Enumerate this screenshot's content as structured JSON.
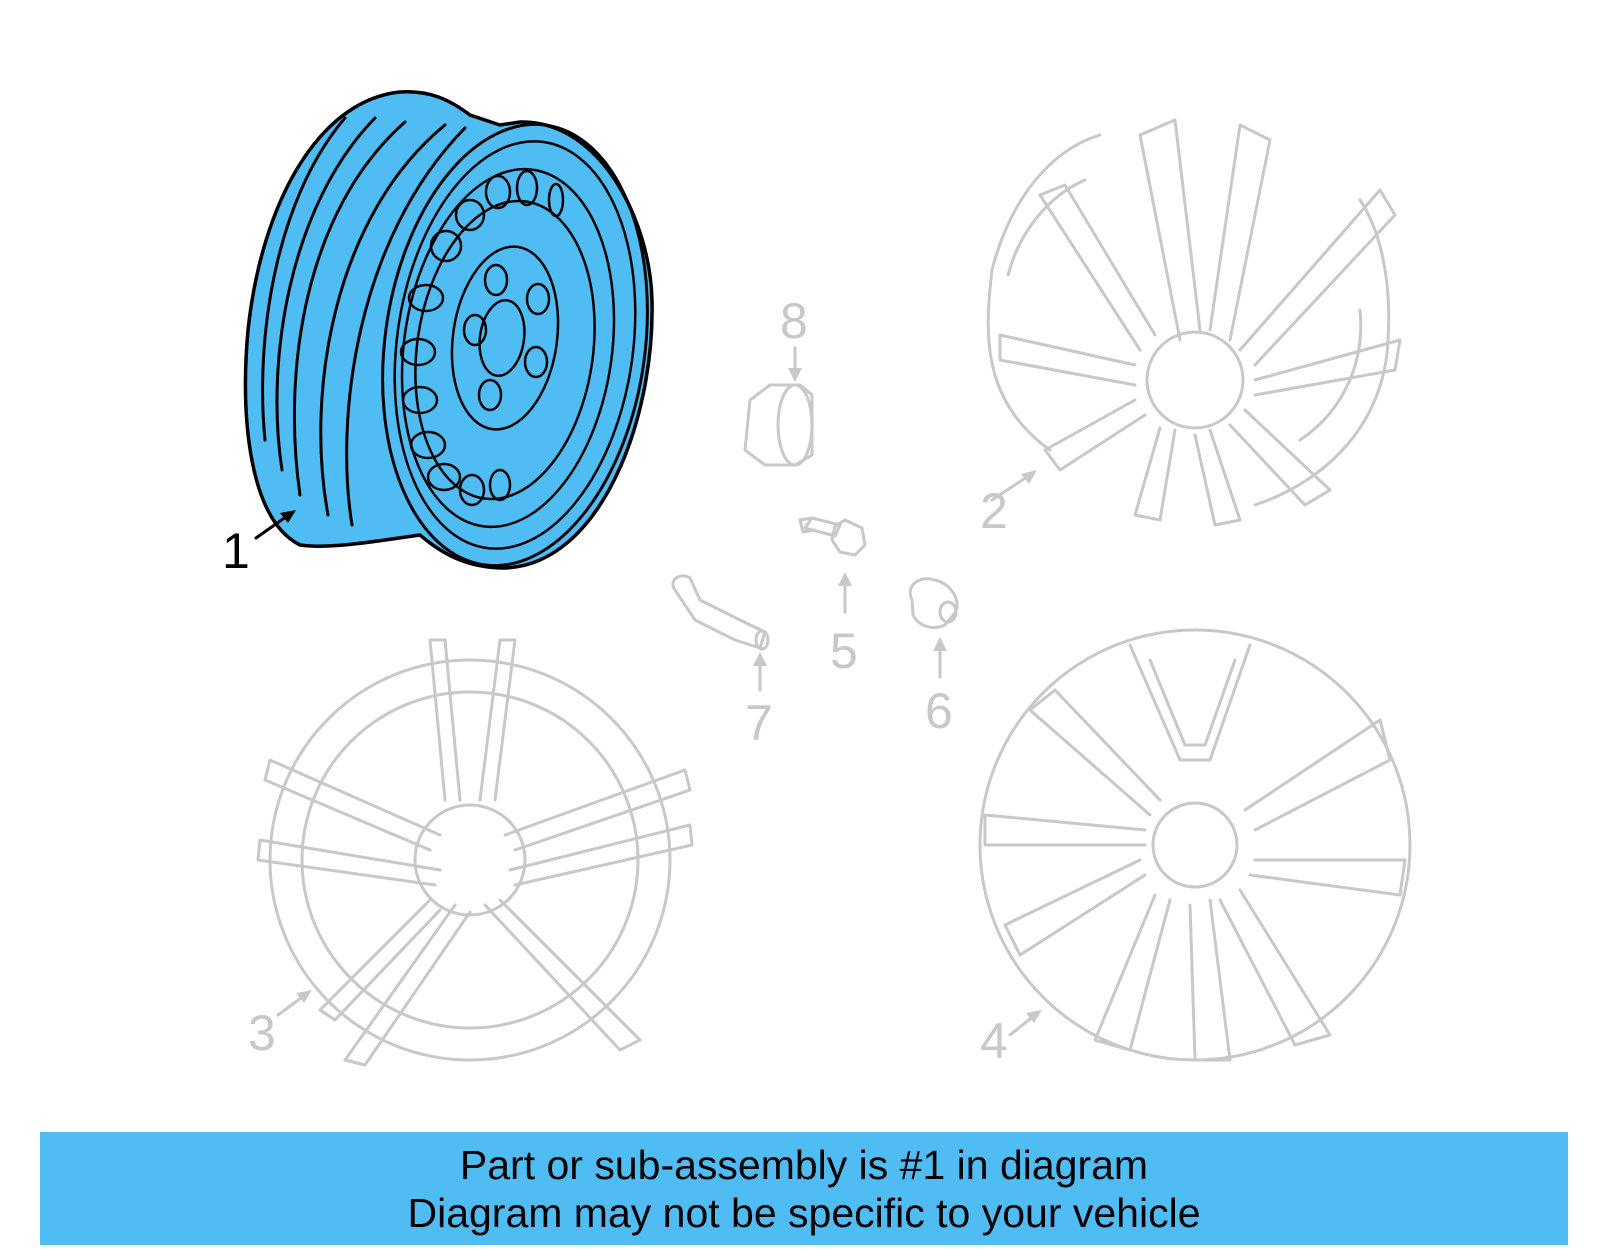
{
  "callouts": [
    {
      "id": "1",
      "label": "1"
    },
    {
      "id": "2",
      "label": "2"
    },
    {
      "id": "3",
      "label": "3"
    },
    {
      "id": "4",
      "label": "4"
    },
    {
      "id": "5",
      "label": "5"
    },
    {
      "id": "6",
      "label": "6"
    },
    {
      "id": "7",
      "label": "7"
    },
    {
      "id": "8",
      "label": "8"
    }
  ],
  "banner": {
    "line1": "Part or sub-assembly is #1 in diagram",
    "line2": "Diagram may not be specific to your vehicle"
  },
  "colors": {
    "highlight": "#4fbcf3",
    "faded_part": "#c8c8c8",
    "outline": "#000000"
  }
}
